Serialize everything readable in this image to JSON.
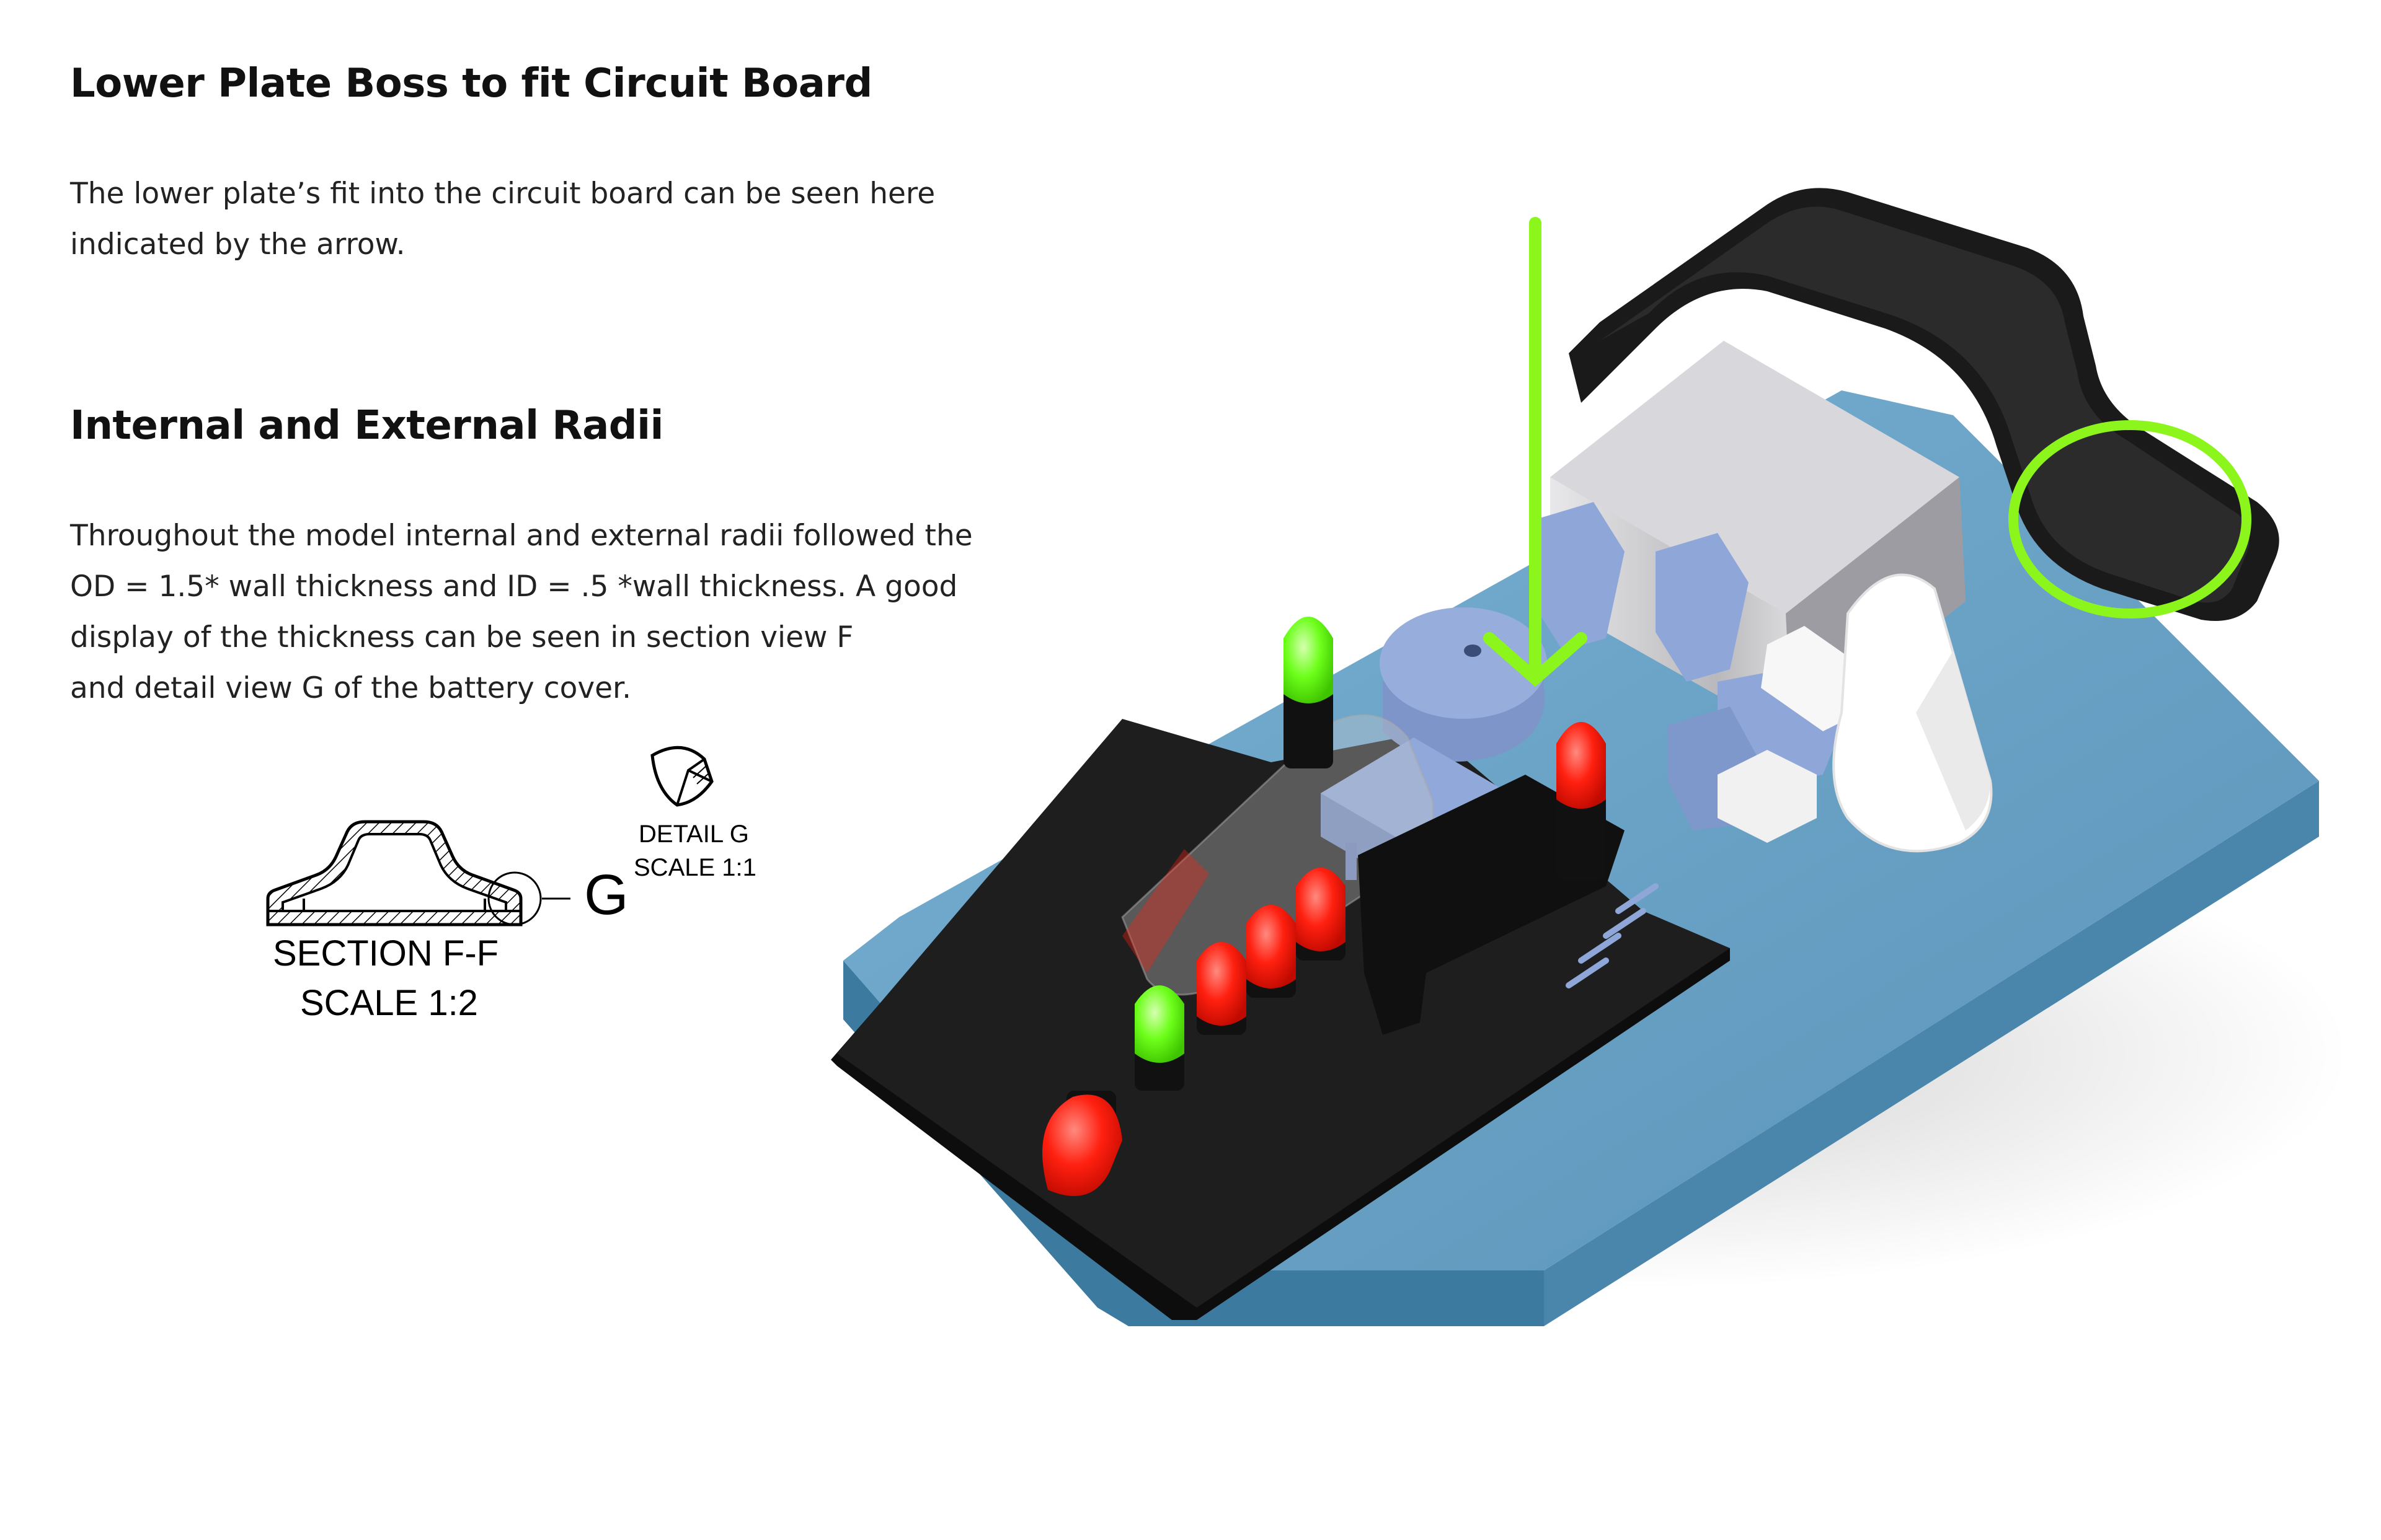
{
  "heading_1": "Lower Plate Boss to fit Circuit Board",
  "paragraph_1": [
    "The lower plate’s fit into the circuit board can be seen here",
    "indicated by the arrow."
  ],
  "heading_2": "Internal and External Radii",
  "paragraph_2": [
    "Throughout the model internal and external radii followed the",
    "OD = 1.5* wall thickness and ID = .5 *wall thickness. A good",
    "display of the thickness can be seen in section view F",
    "and detail view G of the battery cover."
  ],
  "drawing": {
    "section_title": "SECTION F-F",
    "section_scale": "SCALE 1:2",
    "detail_letter": "G",
    "detail_title": "DETAIL G",
    "detail_scale": "SCALE 1:1"
  },
  "colors": {
    "annotation_green": "#8cf51c",
    "base_plate": "#6aa4c8",
    "circuit_board": "#1c1c1c",
    "led_red": "#ff2010",
    "led_green": "#6dff1a",
    "component_blue": "#8ea6d8"
  }
}
